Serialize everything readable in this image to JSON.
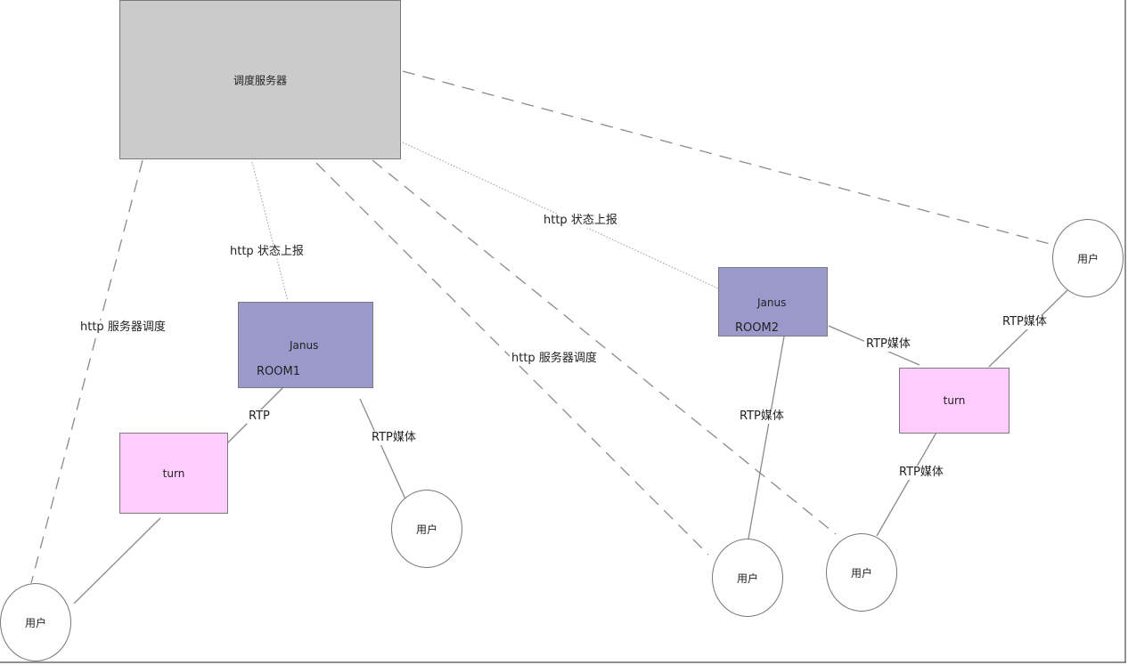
{
  "nodes": {
    "server": "调度服务器",
    "janus1": {
      "name": "Janus",
      "room": "ROOM1"
    },
    "janus2": {
      "name": "Janus",
      "room": "ROOM2"
    },
    "turn1": "turn",
    "turn2": "turn",
    "user1": "用户",
    "user2": "用户",
    "user3": "用户",
    "user4": "用户",
    "user5": "用户"
  },
  "edges": {
    "status_report_1": "http  状态上报",
    "status_report_2": "http  状态上报",
    "dispatch_1": "http  服务器调度",
    "dispatch_2": "http  服务器调度",
    "rtp": "RTP",
    "rtp_media_1": "RTP媒体",
    "rtp_media_2": "RTP媒体",
    "rtp_media_3": "RTP媒体",
    "rtp_media_4": "RTP媒体",
    "rtp_media_5": "RTP媒体"
  },
  "colors": {
    "server_fill": "#cbcbcb",
    "janus_fill": "#9999cc",
    "turn_fill": "#ffccff",
    "line": "#8a8a8a"
  }
}
